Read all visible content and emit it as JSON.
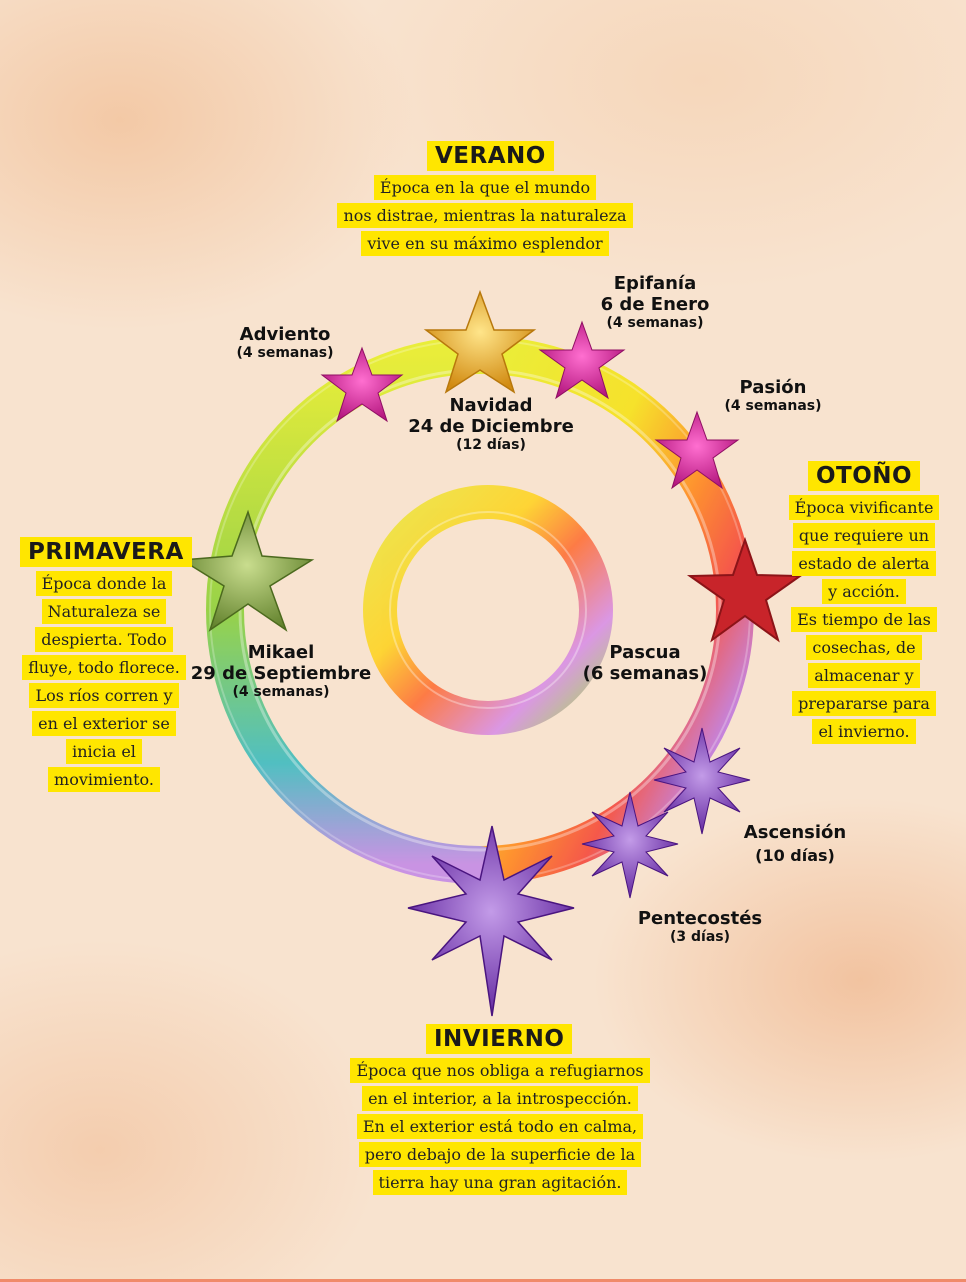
{
  "seasons": {
    "verano": {
      "title": "VERANO",
      "desc": [
        "Época en la que el mundo",
        "nos distrae, mientras la naturaleza",
        "vive en su máximo esplendor"
      ]
    },
    "otono": {
      "title": "OTOÑO",
      "desc": [
        "Época vivificante",
        "que requiere un",
        "estado de alerta",
        "y acción.",
        "Es tiempo de las",
        "cosechas, de",
        "almacenar y",
        "prepararse para",
        "el invierno."
      ]
    },
    "primavera": {
      "title": "PRIMAVERA",
      "desc": [
        "Época donde la",
        "Naturaleza se",
        "despierta. Todo",
        "fluye, todo florece.",
        "Los ríos corren y",
        "en el exterior se",
        "inicia el",
        "movimiento."
      ]
    },
    "invierno": {
      "title": "INVIERNO",
      "desc": [
        "Época que nos obliga a refugiarnos",
        "en el interior, a la introspección.",
        "En el exterior está todo en calma,",
        "pero debajo de la superficie de la",
        "tierra hay una gran agitación."
      ]
    }
  },
  "festivals": {
    "adviento": {
      "name": "Adviento",
      "sub": "(4 semanas)"
    },
    "navidad": {
      "name": "Navidad",
      "date": "24 de Diciembre",
      "sub": "(12 días)"
    },
    "epifania": {
      "name": "Epifanía",
      "date": "6 de Enero",
      "sub": "(4 semanas)"
    },
    "pasion": {
      "name": "Pasión",
      "sub": "(4 semanas)"
    },
    "pascua": {
      "name": "Pascua",
      "sub": "(6 semanas)"
    },
    "ascension": {
      "name": "Ascensión",
      "sub": "(10 días)"
    },
    "pentecostes": {
      "name": "Pentecostés",
      "sub": "(3 días)"
    },
    "mikael": {
      "name": "Mikael",
      "date": "29 de Septiembre",
      "sub": "(4 semanas)"
    }
  },
  "colors": {
    "highlight": "#ffe600",
    "magenta_star": "#e0239a",
    "gold_star": "#f0b12a",
    "purple_star": "#7a35b8",
    "red_star": "#c8242a",
    "green_star": "#8fae4a"
  }
}
